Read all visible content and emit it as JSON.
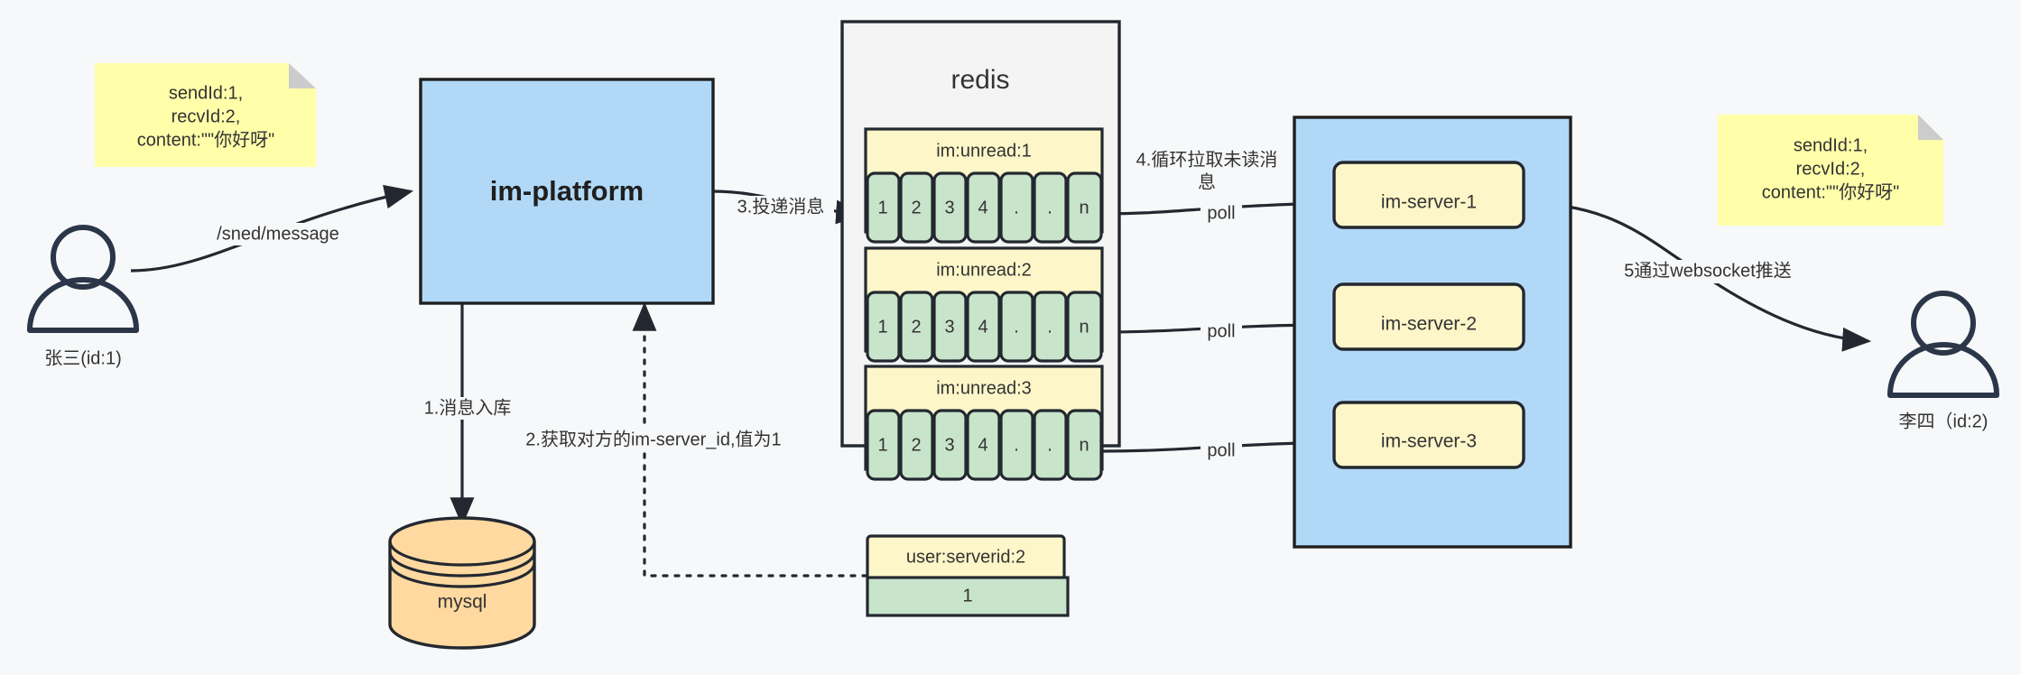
{
  "diagram": {
    "title": "IM message delivery architecture",
    "colors": {
      "background": "#f7f8f9",
      "blue_box": "#b1d9f7",
      "yellow_note": "#ffffaa",
      "yellow_box": "#fdf6c8",
      "green_cell": "#c8e4ca",
      "orange_cylinder": "#ffd9a0",
      "stroke": "#232830",
      "text": "#333333"
    }
  },
  "notes": {
    "left": {
      "lines": [
        "sendId:1,",
        "recvId:2,",
        "content:\"\"你好呀\""
      ]
    },
    "right": {
      "lines": [
        "sendId:1,",
        "recvId:2,",
        "content:\"\"你好呀\""
      ]
    }
  },
  "actors": {
    "sender": {
      "label": "张三(id:1)",
      "icon": "person-icon"
    },
    "receiver": {
      "label": "李四（id:2)",
      "icon": "person-icon"
    }
  },
  "nodes": {
    "platform": {
      "label": "im-platform"
    },
    "mysql": {
      "label": "mysql",
      "icon": "database-cylinder-icon"
    },
    "redis": {
      "label": "redis"
    },
    "server_group": {
      "servers": [
        {
          "label": "im-server-1"
        },
        {
          "label": "im-server-2"
        },
        {
          "label": "im-server-3"
        }
      ]
    }
  },
  "redis_keys": [
    {
      "key": "im:unread:1",
      "cells": [
        "1",
        "2",
        "3",
        "4",
        ".",
        ".",
        "n"
      ]
    },
    {
      "key": "im:unread:2",
      "cells": [
        "1",
        "2",
        "3",
        "4",
        ".",
        ".",
        "n"
      ]
    },
    {
      "key": "im:unread:3",
      "cells": [
        "1",
        "2",
        "3",
        "4",
        ".",
        ".",
        "n"
      ]
    }
  ],
  "redis_hash": {
    "key": "user:serverid:2",
    "value": "1"
  },
  "edges": {
    "send_message": "/sned/message",
    "step1": "1.消息入库",
    "step2": "2.获取对方的im-server_id,值为1",
    "step3": "3.投递消息",
    "step4_line1": "4.循环拉取未读消",
    "step4_line2": "息",
    "poll1": "poll",
    "poll2": "poll",
    "poll3": "poll",
    "step5": "5通过websocket推送"
  }
}
